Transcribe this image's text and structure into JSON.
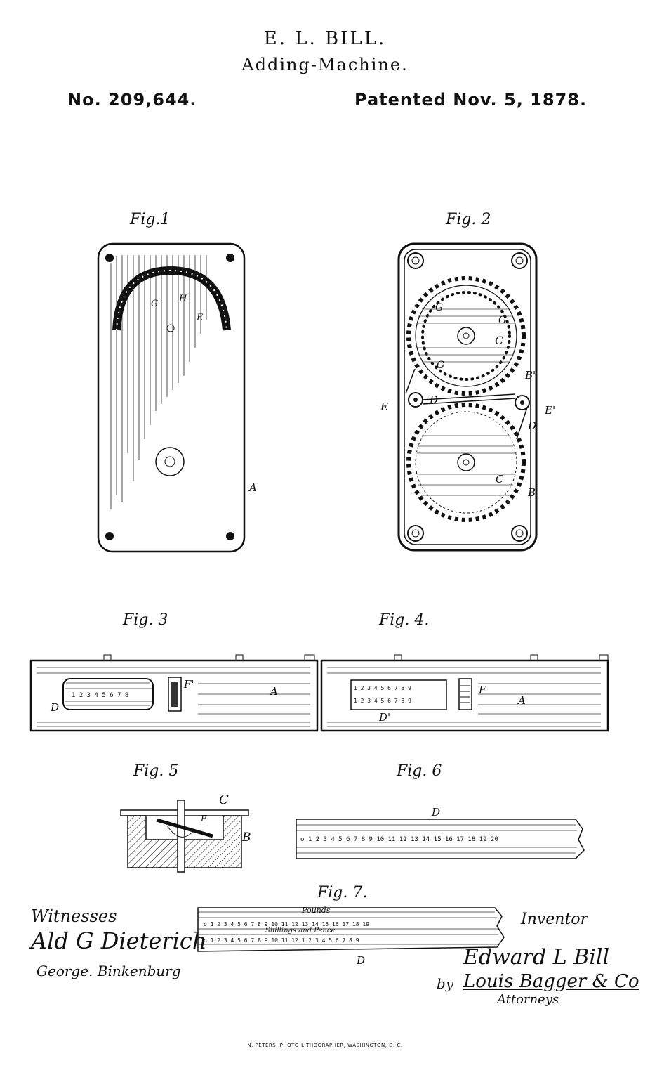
{
  "header": {
    "inventor": "E. L. BILL.",
    "title": "Adding-Machine.",
    "patent_number": "No. 209,644.",
    "patent_date": "Patented Nov. 5, 1878."
  },
  "figures": {
    "fig1": {
      "label": "Fig.1",
      "refs": [
        "A",
        "G",
        "H",
        "E"
      ]
    },
    "fig2": {
      "label": "Fig. 2",
      "refs": [
        "G",
        "G",
        "C",
        "G",
        "B'",
        "E",
        "D",
        "E'",
        "D",
        "C",
        "B"
      ]
    },
    "fig3": {
      "label": "Fig. 3",
      "refs": [
        "D",
        "F'",
        "A"
      ]
    },
    "fig4": {
      "label": "Fig. 4.",
      "refs": [
        "F",
        "A",
        "D'"
      ]
    },
    "fig5": {
      "label": "Fig. 5",
      "refs": [
        "C",
        "F",
        "B"
      ]
    },
    "fig6": {
      "label": "Fig. 6",
      "refs": [
        "D"
      ]
    },
    "fig7": {
      "label": "Fig. 7.",
      "refs": [
        "D"
      ],
      "strip_top_text": "Pounds",
      "strip_bottom_text": "Shillings and Pence"
    }
  },
  "signatures": {
    "witnesses_label": "Witnesses",
    "witness_1": "Ald G Dieterich",
    "witness_2": "George. Binkenburg",
    "inventor_label": "Inventor",
    "inventor_signature": "Edward L Bill",
    "by": "by",
    "attorney": "Louis Bagger & Co",
    "attorneys_label": "Attorneys"
  },
  "footer": {
    "printer": "N. PETERS, PHOTO-LITHOGRAPHER, WASHINGTON, D. C."
  }
}
